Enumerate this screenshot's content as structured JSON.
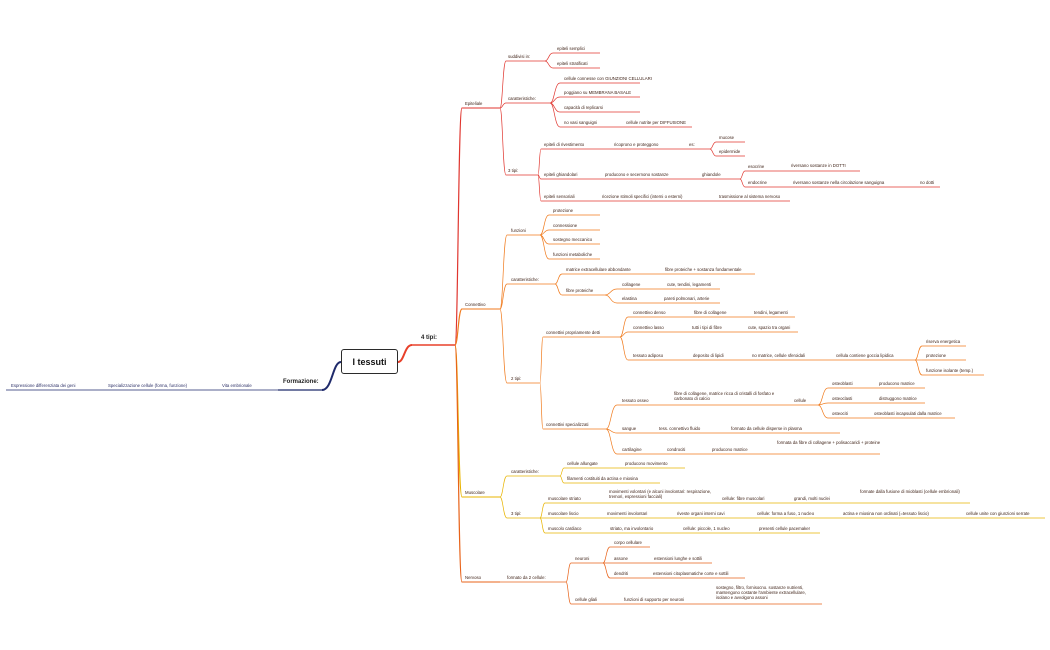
{
  "root": "I tessuti",
  "colors": {
    "form": "#1f2a6b",
    "types": "#e8402a",
    "epi": "#e0362f",
    "conn": "#f07a1c",
    "musc": "#e8b400",
    "nerv": "#e8631a"
  },
  "formation": {
    "title": "Formazione:",
    "items": [
      "Vita embrionale",
      "Specializzazione cellule (forma, funzione)",
      "Espressione differenziata dei geni"
    ]
  },
  "types_label": "4 tipi:",
  "epiteliale": {
    "name": "Epiteliale",
    "suddivisi": {
      "label": "suddivisi in:",
      "items": [
        "epiteli semplici",
        "epiteli stratificati"
      ]
    },
    "caratteristiche": {
      "label": "caratteristiche:",
      "items": [
        "cellule connesse con GIUNZIONI CELLULARI",
        "poggiano su MEMBRANA BASALE",
        "capacità di replicarsi",
        "no vasi sanguigni",
        "cellule nutrite per DIFFUSIONE"
      ]
    },
    "tipi": {
      "label": "3 tipi:",
      "rivestimento": {
        "name": "epiteli di rivestimento",
        "desc": "ricoprono e proteggono",
        "es": "es:",
        "items": [
          "mucose",
          "epidermide"
        ]
      },
      "ghiandolari": {
        "name": "epiteli ghiandolari",
        "desc": "producono e secernono sostanze",
        "ghiandole": "ghiandole",
        "esocrine": "esocrine",
        "eso_desc": "riversano sostanze in DOTTI",
        "endocrine": "endocrine",
        "endo_desc": "riversano sostanze nella circolazione sanguigna",
        "no_dotti": "no dotti"
      },
      "sensoriali": {
        "name": "epiteli sensoriali",
        "desc": "ricezione stimoli specifici (interni o esterni)",
        "extra": "trasmissione al sistema nervoso"
      }
    }
  },
  "connettivo": {
    "name": "Connettivo",
    "funzioni": {
      "label": "funzioni",
      "items": [
        "protezione",
        "connessione",
        "sostegno meccanico",
        "funzioni metaboliche"
      ]
    },
    "caratteristiche": {
      "label": "caratteristiche:",
      "matrice": "matrice extracellulare abbondante",
      "matrice_desc": "fibre proteiche + sostanza fondamentale",
      "fibre": "fibre proteiche",
      "collagene": "collagene",
      "collagene_desc": "cute, tendini, legamenti",
      "elastina": "elastina",
      "elastina_desc": "pareti polmonari, arterie"
    },
    "tipi_label": "2 tipi:",
    "propriamente": {
      "label": "connettivi propriamente detti",
      "denso": "connettivo denso",
      "denso_a": "fibre di collagene",
      "denso_b": "tendini, legamenti",
      "lasso": "connettivo lasso",
      "lasso_a": "tutti i tipi di fibre",
      "lasso_b": "cute, spazio tra organi",
      "adiposo": "tessuto adiposo",
      "adiposo_a": "deposito di lipidi",
      "adiposo_b": "no matrice, cellule sferoidali",
      "adiposo_c": "cellula contiene goccia lipidica",
      "adiposo_items": [
        "riserva energetica",
        "protezione",
        "funzione isolante (temp.)"
      ]
    },
    "specializzati": {
      "label": "connettivi specializzati",
      "osseo": "tessuto osseo",
      "osseo_desc": "fibre di collagene, matrice ricca di cristalli di fosfato e carbonato di calcio",
      "cellule": "cellule",
      "osteoblasti": "osteoblasti",
      "osteoblasti_d": "producono matrice",
      "osteoclasti": "osteoclasti",
      "osteoclasti_d": "distruggono matrice",
      "osteociti": "osteociti",
      "osteociti_d": "osteoblasti incapsulati dalla matrice",
      "sangue": "sangue",
      "sangue_a": "tess. connettivo fluido",
      "sangue_b": "formato da cellule disperse in plasma",
      "cartilagine": "cartilagine",
      "cart_a": "condrociti",
      "cart_b": "producono matrice",
      "cart_c": "formata da fibre di collagene + polisaccaridi + proteine"
    }
  },
  "muscolare": {
    "name": "Muscolare",
    "caratteristiche": {
      "label": "caratteristiche:",
      "allungate": "cellule allungate",
      "allungate_d": "producono movimento",
      "filamenti": "filamenti costituiti da actina e miosina"
    },
    "tipi_label": "3 tipi:",
    "striato": {
      "name": "muscolare striato",
      "desc": "movimenti volontari (e alcuni involontari: respirazione, tremori, espressioni facciali)",
      "cellule": "cellule: fibre muscolari",
      "nuclei": "grandi, molti nuclei",
      "fusione": "formate dalla fusione di mioblasti (cellule embrionali)"
    },
    "liscio": {
      "name": "muscolare liscio",
      "desc": "movimenti involontari",
      "riveste": "riveste organi interni cavi",
      "cellule": "cellule: forma a fuso, 1 nucleo",
      "actina": "actina e miosina non ordinati (=tessuto liscio)",
      "unite": "cellule unite con giunzioni serrate"
    },
    "cardiaco": {
      "name": "muscolo cardiaco",
      "desc": "striato, ma involontario",
      "cellule": "cellule: piccole, 1 nucleo",
      "pacemaker": "presenti cellule pacemaker"
    }
  },
  "nervoso": {
    "name": "Nervoso",
    "formato": "formato da 2 cellule:",
    "neuroni": {
      "label": "neuroni",
      "corpo": "corpo cellulare",
      "assone": "assone",
      "assone_d": "estensioni lunghe e sottili",
      "dendriti": "dendriti",
      "dendriti_d": "estensioni citoplasmatiche corte e sottili"
    },
    "gliali": {
      "label": "cellule gliali",
      "desc": "funzioni di supporto per neuroni",
      "detail": "sostegno, filtro, fornisocno. sostanze nutrienti, mantengono costante l'ambiente extracellulare, isolano e avvolgono assoni"
    }
  }
}
